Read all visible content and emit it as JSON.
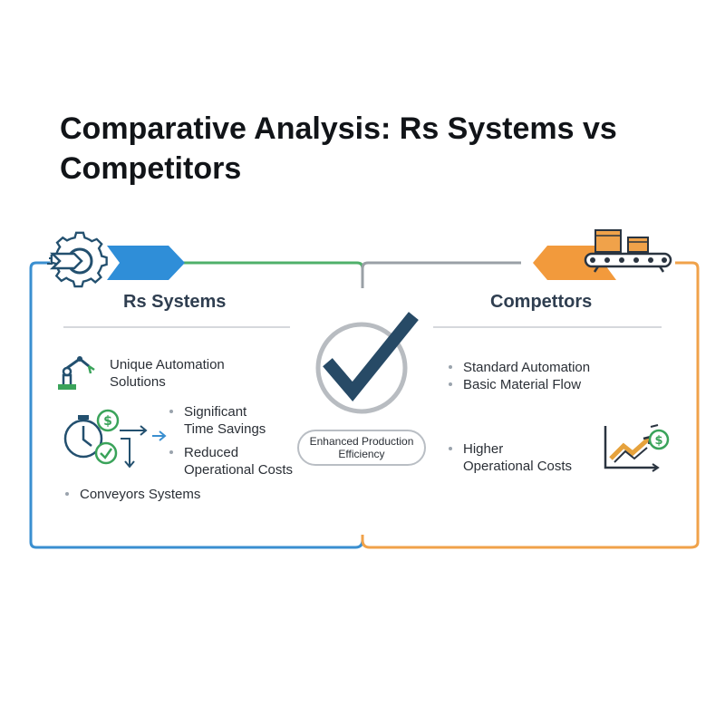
{
  "title": "Comparative Analysis: Rs Systems vs Competitors",
  "left": {
    "heading": "Rs Systems",
    "items": {
      "unique_line1": "Unique Automation",
      "unique_line2": "Solutions",
      "time_line1": "Significant",
      "time_line2": "Time Savings",
      "reduced_line1": "Reduced",
      "reduced_line2": "Operational Costs",
      "conveyors": "Conveyors Systems"
    }
  },
  "center": {
    "line1": "Enhanced Production",
    "line2": "Efficiency"
  },
  "right": {
    "heading": "Compettors",
    "items": {
      "standard": "Standard Automation",
      "basic": "Basic Material Flow",
      "higher_line1": "Higher",
      "higher_line2": "Operational Costs"
    }
  },
  "colors": {
    "left_border": "#3a8fd0",
    "right_border": "#f0a24a",
    "top_green": "#4fb06a",
    "top_gray": "#9aa0a6",
    "check": "#274a66",
    "chart_orange": "#e6a23c",
    "money_green": "#3aa35a"
  },
  "icons": {
    "left_badge": "gear-arrow-icon",
    "right_badge": "conveyor-boxes-icon",
    "robot": "robot-arm-icon",
    "stopwatch": "stopwatch-money-icon",
    "check": "checkmark-icon",
    "chart": "rising-cost-chart-icon"
  }
}
